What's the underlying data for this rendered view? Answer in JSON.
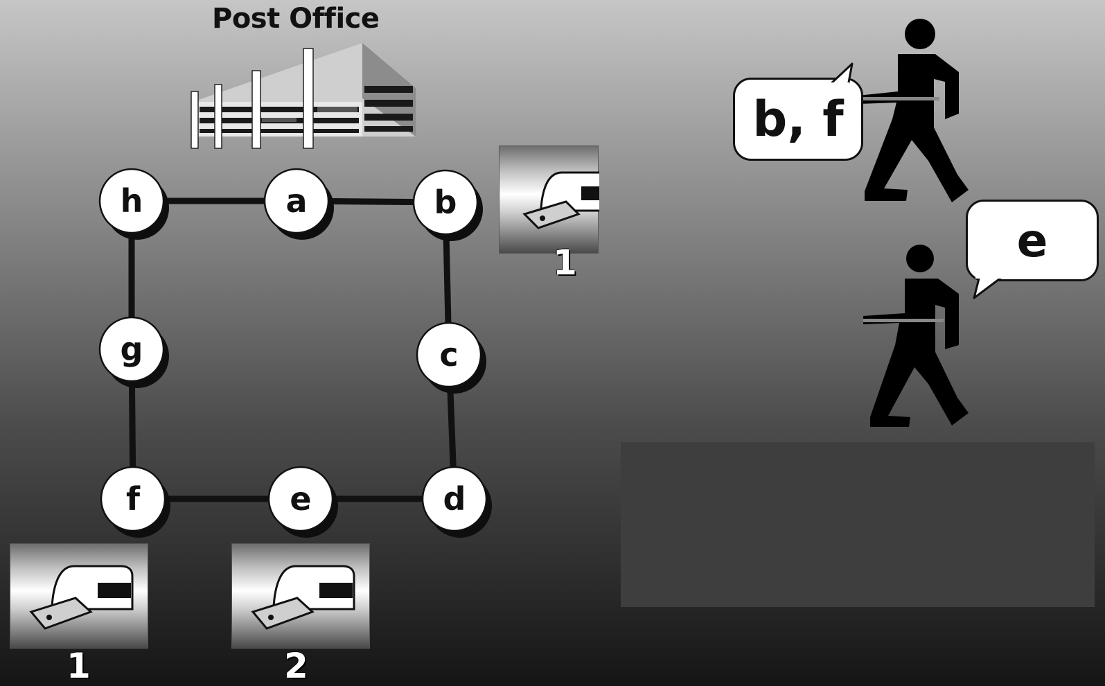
{
  "title": "Post Office",
  "nodes": [
    {
      "id": "h",
      "label": "h"
    },
    {
      "id": "a",
      "label": "a"
    },
    {
      "id": "b",
      "label": "b"
    },
    {
      "id": "c",
      "label": "c"
    },
    {
      "id": "d",
      "label": "d"
    },
    {
      "id": "e",
      "label": "e"
    },
    {
      "id": "f",
      "label": "f"
    },
    {
      "id": "g",
      "label": "g"
    }
  ],
  "edges": [
    [
      "h",
      "a"
    ],
    [
      "a",
      "b"
    ],
    [
      "b",
      "c"
    ],
    [
      "c",
      "d"
    ],
    [
      "d",
      "e"
    ],
    [
      "e",
      "f"
    ],
    [
      "f",
      "g"
    ],
    [
      "g",
      "h"
    ]
  ],
  "mailboxes": [
    {
      "label": "1"
    },
    {
      "label": "1"
    },
    {
      "label": "2"
    }
  ],
  "walkers": [
    {
      "bubble": "b, f"
    },
    {
      "bubble": "e"
    }
  ],
  "icons": {
    "building": "post-office-building-icon",
    "mailbox": "mailbox-icon",
    "walker": "walking-person-icon"
  },
  "colors": {
    "node_fill": "#ffffff",
    "edge": "#111111",
    "panel": "#3e3e3e"
  }
}
